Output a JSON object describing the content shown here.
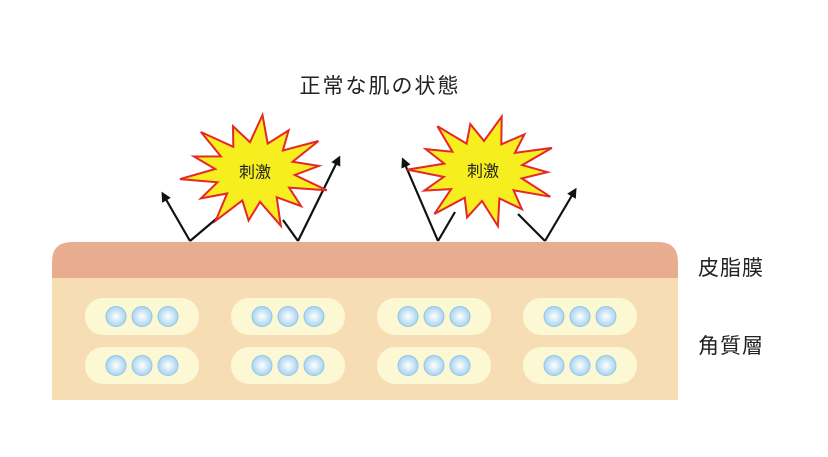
{
  "title": "正常な肌の状態",
  "stimulus_label": "刺激",
  "layers": {
    "sebum": "皮脂膜",
    "stratum_corneum": "角質層"
  },
  "colors": {
    "sebum": "#e8ac8e",
    "stratum": "#f7ddb4",
    "cell": "#fdf8d4",
    "bubble": "#bfe0f5",
    "burst_fill": "#f6ee1e",
    "burst_stroke": "#e5262a",
    "arrow": "#111111"
  },
  "grid": {
    "rows": 2,
    "cols": 4,
    "bubbles_per_cell": 3
  }
}
